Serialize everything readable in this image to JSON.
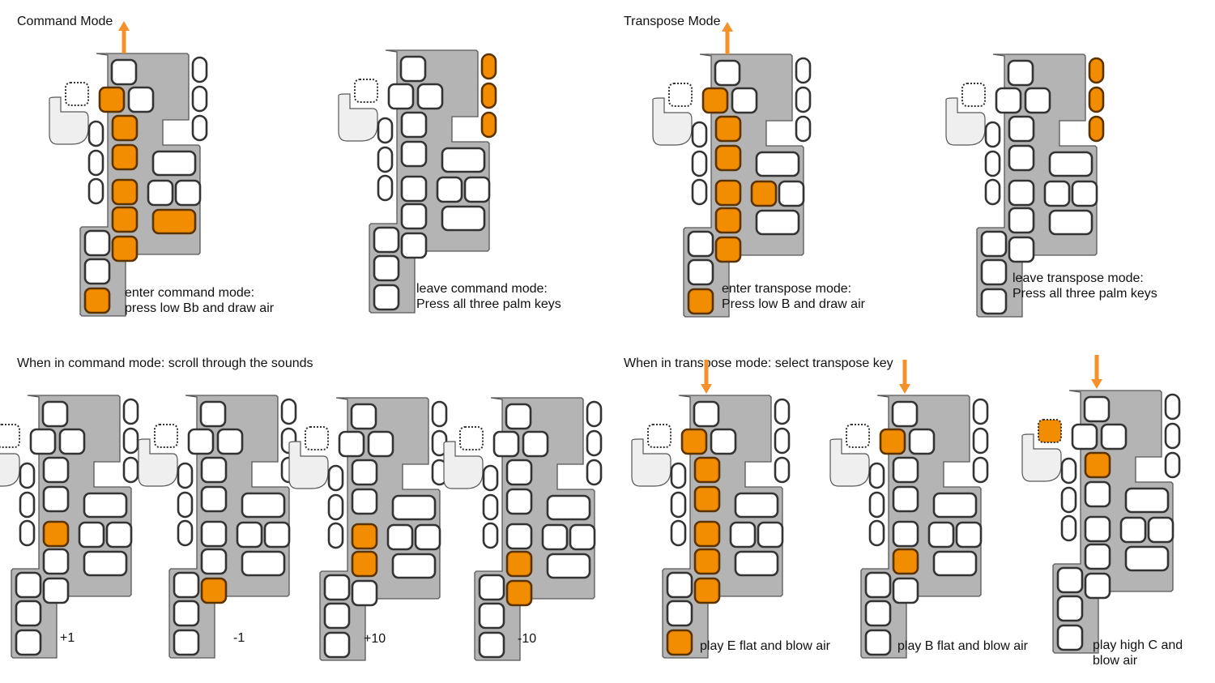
{
  "colors": {
    "body_gray": "#b4b4b4",
    "outline": "#575757",
    "key_fill": "#ffffff",
    "key_pressed": "#f28c00",
    "palm_shape": "#efefef",
    "arrow": "#f5912a"
  },
  "sections": {
    "command_mode": "Command Mode",
    "transpose_mode": "Transpose Mode",
    "command_scroll": "When in command mode: scroll through the sounds",
    "transpose_select": "When in transpose mode: select transpose key"
  },
  "diagrams": [
    {
      "id": "enter-command",
      "caption": [
        "enter command mode:",
        "press low Bb and draw air"
      ],
      "pressed": [
        "thumb2",
        "s1",
        "s2",
        "s3",
        "s4",
        "s5",
        "r2",
        "low"
      ],
      "arrow": "up"
    },
    {
      "id": "leave-command",
      "caption": [
        "leave command mode:",
        "Press all three palm keys"
      ],
      "pressed": [
        "p1",
        "p2",
        "p3"
      ],
      "arrow": ""
    },
    {
      "id": "enter-transpose",
      "caption": [
        "enter transpose mode:",
        "Press low B and draw air"
      ],
      "pressed": [
        "thumb2",
        "s1",
        "s2",
        "s3",
        "r1a",
        "s4",
        "s5",
        "low"
      ],
      "arrow": "up"
    },
    {
      "id": "leave-transpose",
      "caption": [
        "leave transpose mode:",
        "Press all three palm keys"
      ],
      "pressed": [
        "p1",
        "p2",
        "p3"
      ],
      "arrow": ""
    },
    {
      "id": "scroll-plus-1",
      "caption": [
        "+1"
      ],
      "pressed": [
        "s3"
      ],
      "arrow": ""
    },
    {
      "id": "scroll-minus-1",
      "caption": [
        "-1"
      ],
      "pressed": [
        "s5"
      ],
      "arrow": ""
    },
    {
      "id": "scroll-plus-10",
      "caption": [
        "+10"
      ],
      "pressed": [
        "s3",
        "s4"
      ],
      "arrow": ""
    },
    {
      "id": "scroll-minus-10",
      "caption": [
        "-10"
      ],
      "pressed": [
        "s4",
        "s5"
      ],
      "arrow": ""
    },
    {
      "id": "play-e-flat",
      "caption": [
        "play E flat and blow air"
      ],
      "pressed": [
        "thumb2",
        "s1",
        "s2",
        "s3",
        "s4",
        "s5",
        "low"
      ],
      "arrow": "down"
    },
    {
      "id": "play-b-flat",
      "caption": [
        "play B flat and blow air"
      ],
      "pressed": [
        "thumb2",
        "s4"
      ],
      "arrow": "down"
    },
    {
      "id": "play-high-c",
      "caption": [
        "play high C and",
        "blow air"
      ],
      "pressed": [
        "side",
        "s1"
      ],
      "arrow": "down"
    }
  ]
}
